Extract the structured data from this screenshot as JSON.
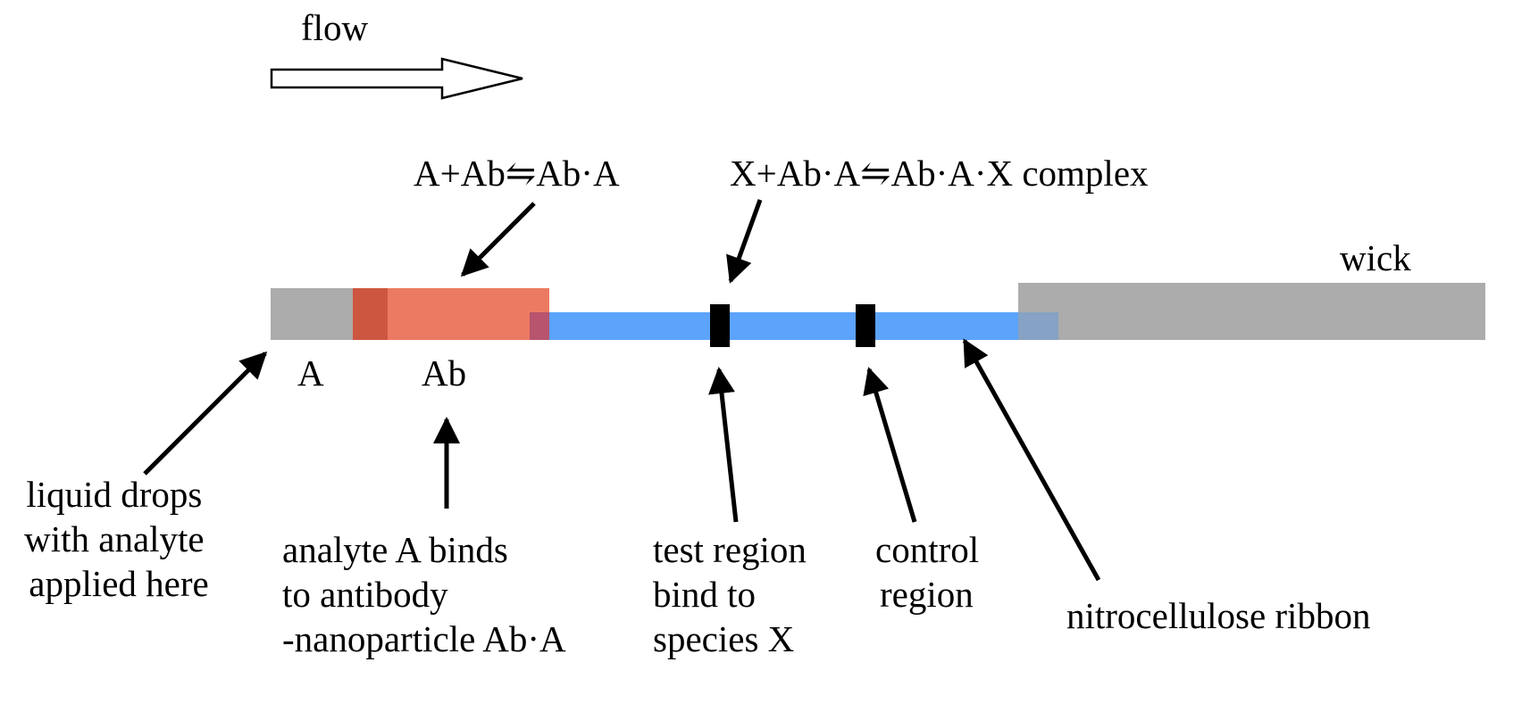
{
  "flow_label": "flow",
  "reaction_1": "A+Ab⇋Ab·A",
  "reaction_2": "X+Ab·A⇋Ab·A·X complex",
  "wick_label": "wick",
  "pad_a_label": "A",
  "pad_ab_label": "Ab",
  "callouts": {
    "sample": [
      "liquid drops",
      "with analyte",
      "applied here"
    ],
    "conjugate": [
      "analyte A binds",
      "to antibody",
      "-nanoparticle Ab·A"
    ],
    "test": [
      "test region",
      "bind to",
      "species X"
    ],
    "control": [
      "control",
      "region"
    ],
    "ribbon": "nitrocellulose ribbon"
  },
  "colors": {
    "sample_pad": "#acacac",
    "conjugate_pad": "#ec7a62",
    "conjugate_overlap": "#cd5640",
    "nitrocellulose": "#5ca3fc",
    "wick": "#acacac",
    "band": "#000000"
  }
}
